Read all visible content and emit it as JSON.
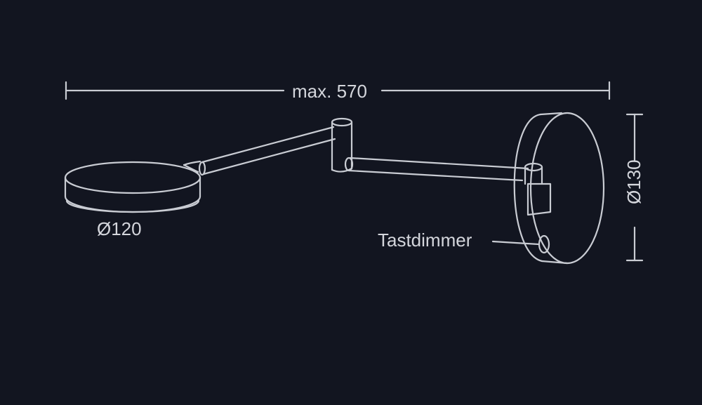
{
  "colors": {
    "background": "#121520",
    "line": "#c9ccd3",
    "text": "#d4d6dc"
  },
  "dimensions": {
    "overall_width_label": "max. 570",
    "shade_diameter_label": "Ø120",
    "base_diameter_label": "Ø130"
  },
  "callouts": {
    "dimmer_label": "Tastdimmer"
  }
}
